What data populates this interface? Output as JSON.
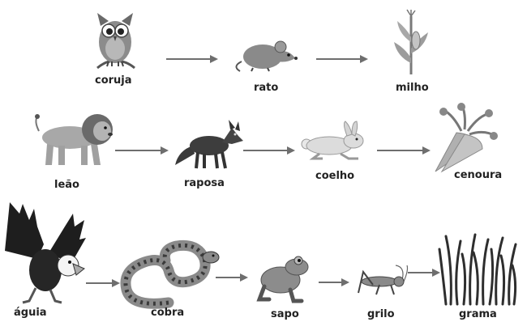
{
  "chains": [
    {
      "items": [
        {
          "label": "coruja",
          "icon": "owl-icon"
        },
        {
          "label": "rato",
          "icon": "mouse-icon"
        },
        {
          "label": "milho",
          "icon": "corn-icon"
        }
      ]
    },
    {
      "items": [
        {
          "label": "leão",
          "icon": "lion-icon"
        },
        {
          "label": "raposa",
          "icon": "fox-icon"
        },
        {
          "label": "coelho",
          "icon": "rabbit-icon"
        },
        {
          "label": "cenoura",
          "icon": "carrot-icon"
        }
      ]
    },
    {
      "items": [
        {
          "label": "águia",
          "icon": "eagle-icon"
        },
        {
          "label": "cobra",
          "icon": "snake-icon"
        },
        {
          "label": "sapo",
          "icon": "frog-icon"
        },
        {
          "label": "grilo",
          "icon": "cricket-icon"
        },
        {
          "label": "grama",
          "icon": "grass-icon"
        }
      ]
    }
  ],
  "colors": {
    "arrow": "#6e6e6e",
    "ink": "#222222"
  }
}
